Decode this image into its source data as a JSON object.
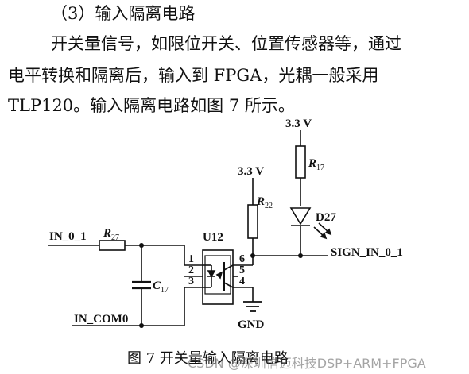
{
  "text": {
    "heading": "（3）输入隔离电路",
    "line1": "开关量信号，如限位开关、位置传感器等，通过",
    "line2": "电平转换和隔离后，输入到 FPGA，光耦一般采用",
    "line3": "TLP120。输入隔离电路如图 7 所示。"
  },
  "diagram": {
    "vcc_top": "3.3 V",
    "vcc_mid": "3.3 V",
    "r17": "R",
    "r17_sub": "17",
    "r22": "R",
    "r22_sub": "22",
    "r27": "R",
    "r27_sub": "27",
    "c17": "C",
    "c17_sub": "17",
    "d27": "D27",
    "u12": "U12",
    "pin1": "1",
    "pin2": "2",
    "pin3": "3",
    "pin4": "4",
    "pin5": "5",
    "pin6": "6",
    "in_net": "IN_0_1",
    "com_net": "IN_COM0",
    "gnd": "GND",
    "out_net": "SIGN_IN_0_1"
  },
  "caption": "图 7   开关量输入隔离电路",
  "watermark": "CSDN @深圳信迈科技DSP+ARM+FPGA"
}
